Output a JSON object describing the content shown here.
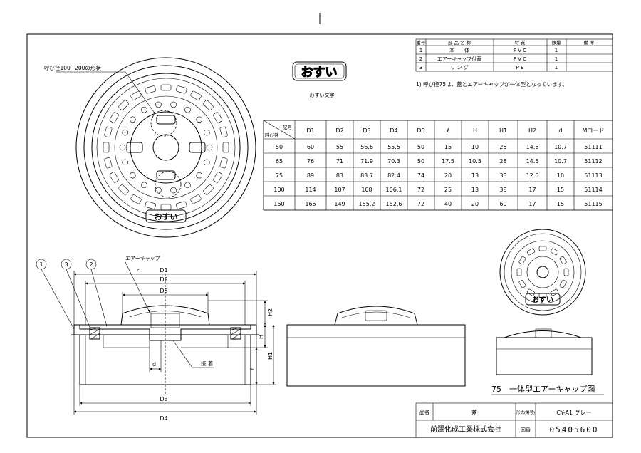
{
  "parts_table": {
    "headers": [
      "番号",
      "部 品 名 称",
      "材 質",
      "数量",
      "備 考"
    ],
    "rows": [
      [
        "1",
        "本　　体",
        "P V C",
        "1",
        ""
      ],
      [
        "2",
        "エアーキャップ付蓋",
        "P V C",
        "1",
        ""
      ],
      [
        "3",
        "リ ン グ",
        "P E",
        "1",
        ""
      ]
    ]
  },
  "note": "1) 呼び径75は、蓋とエアーキャップが一体型となっています。",
  "logo_text": "おすい",
  "logo_caption": "おすい文字",
  "callout_shape": "呼び径100~200の形状",
  "dim_table": {
    "corner_top": "記号",
    "corner_bottom": "呼び径",
    "headers": [
      "D1",
      "D2",
      "D3",
      "D4",
      "D5",
      "ℓ",
      "H",
      "H1",
      "H2",
      "d",
      "Mコード"
    ],
    "rows": [
      [
        "50",
        "60",
        "55",
        "56.6",
        "55.5",
        "50",
        "15",
        "10",
        "25",
        "14.5",
        "10.7",
        "51111"
      ],
      [
        "65",
        "76",
        "71",
        "71.9",
        "70.3",
        "50",
        "17.5",
        "10.5",
        "28",
        "14.5",
        "10.7",
        "51112"
      ],
      [
        "75",
        "89",
        "83",
        "83.7",
        "82.4",
        "74",
        "20",
        "13",
        "33",
        "12.5",
        "10",
        "51113"
      ],
      [
        "100",
        "114",
        "107",
        "108",
        "106.1",
        "72",
        "25",
        "13",
        "38",
        "17",
        "15",
        "51114"
      ],
      [
        "150",
        "165",
        "149",
        "155.2",
        "152.6",
        "72",
        "40",
        "20",
        "60",
        "17",
        "15",
        "51115"
      ]
    ]
  },
  "section_labels": {
    "air_cap": "エアーキャップ",
    "balloons": [
      "1",
      "3",
      "2"
    ],
    "d1": "D1",
    "d2": "D2",
    "d5": "D5",
    "d3": "D3",
    "d4": "D4",
    "h2": "H2",
    "h": "H",
    "h1": "H1",
    "l": "ℓ",
    "d": "d",
    "adhesive": "接 着"
  },
  "integrated_caption": "75　一体型エアーキャップ図",
  "title_block": {
    "product_label": "品名",
    "product_value": "蓋",
    "model_label": "形式(略号)",
    "model_value": "CY-A1 グレー",
    "company": "前澤化成工業株式会社",
    "drawing_label": "図番",
    "drawing_number": "05405600"
  }
}
